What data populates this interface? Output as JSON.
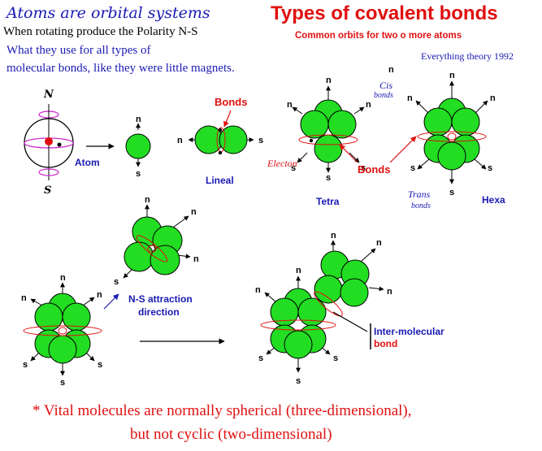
{
  "header": {
    "left_title": "Atoms are orbital systems",
    "left_line1": "When rotating produce the Polarity N-S",
    "left_line2": "What they use for all types of",
    "left_line3": "molecular bonds, like they were little magnets.",
    "right_title": "Types of covalent bonds",
    "right_subtitle": "Common orbits for two o more atoms",
    "credit": "Everything theory 1992"
  },
  "labels": {
    "atom_N": "N",
    "atom_S": "S",
    "atom": "Atom",
    "bonds_top": "Bonds",
    "lineal": "Lineal",
    "electon": "Electon",
    "bonds_mid": "Bonds",
    "tetra": "Tetra",
    "cis": "Cis",
    "bonds_cis": "bonds",
    "trans": "Trans",
    "bonds_trans": "bonds",
    "hexa": "Hexa",
    "ns_attraction": "N-S  attraction",
    "direction": "direction",
    "inter_molecular": "Inter-molecular",
    "bond": "bond",
    "pole_n": "n",
    "pole_s": "s"
  },
  "footer": {
    "line1": "*  Vital molecules are normally spherical (three-dimensional),",
    "line2": "but not cyclic (two-dimensional)"
  },
  "colors": {
    "sphere": "#22dd22",
    "outline": "#000000",
    "red": "#e01010",
    "blue": "#1a1ab4",
    "magenta": "#cc22cc"
  }
}
